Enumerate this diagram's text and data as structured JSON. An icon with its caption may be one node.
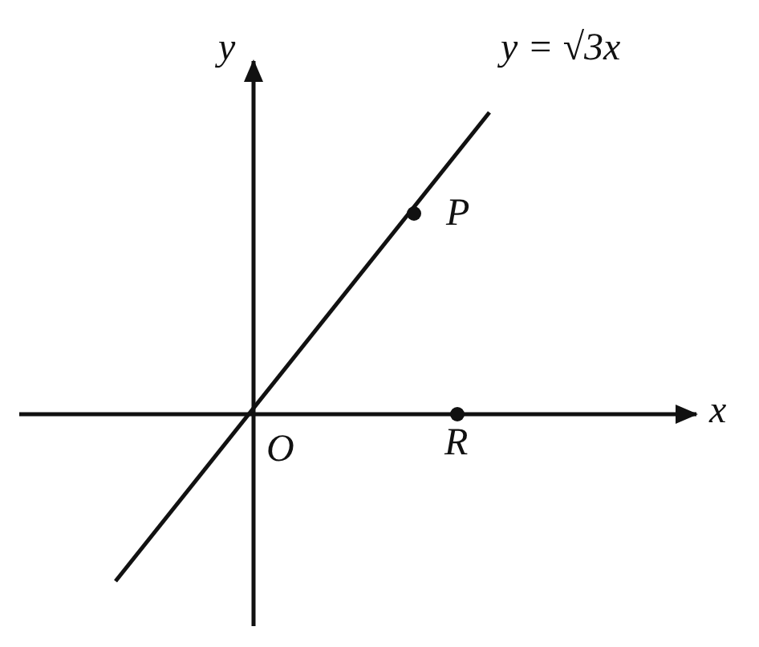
{
  "diagram": {
    "nodes": [
      {
        "text": [
          "P"
        ]
      },
      {
        "text": [
          "R"
        ]
      }
    ],
    "edges": [],
    "labels": [
      "y",
      "y = √3x",
      "x",
      "O"
    ]
  }
}
